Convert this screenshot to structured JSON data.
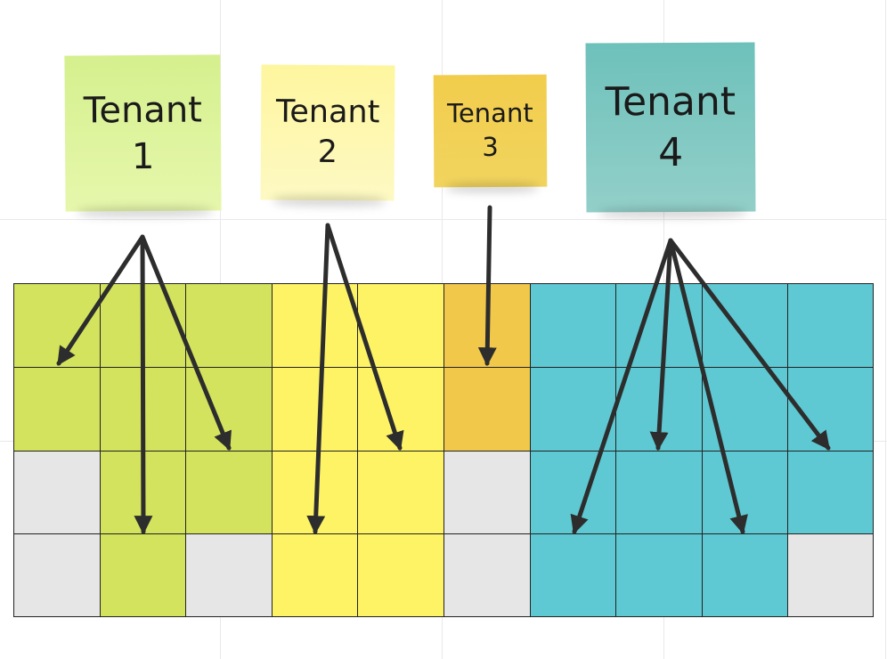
{
  "notes": [
    {
      "word": "Tenant",
      "number": "1"
    },
    {
      "word": "Tenant",
      "number": "2"
    },
    {
      "word": "Tenant",
      "number": "3"
    },
    {
      "word": "Tenant",
      "number": "4"
    }
  ],
  "colors": {
    "tenant1": "#d3e35d",
    "tenant2": "#fdf365",
    "tenant3": "#f1c84a",
    "tenant4": "#5ec9d3",
    "empty": "#e6e6e6",
    "gridline": "#222222",
    "arrow": "#2d2d2d"
  },
  "grid": {
    "cols": 10,
    "rows": 4,
    "cells": [
      [
        "t1",
        "t1",
        "t1",
        "t2",
        "t2",
        "t3",
        "t4",
        "t4",
        "t4",
        "t4"
      ],
      [
        "t1",
        "t1",
        "t1",
        "t2",
        "t2",
        "t3",
        "t4",
        "t4",
        "t4",
        "t4"
      ],
      [
        "e",
        "t1",
        "t1",
        "t2",
        "t2",
        "e",
        "t4",
        "t4",
        "t4",
        "t4"
      ],
      [
        "e",
        "t1",
        "e",
        "t2",
        "t2",
        "e",
        "t4",
        "t4",
        "t4",
        "e"
      ]
    ]
  }
}
